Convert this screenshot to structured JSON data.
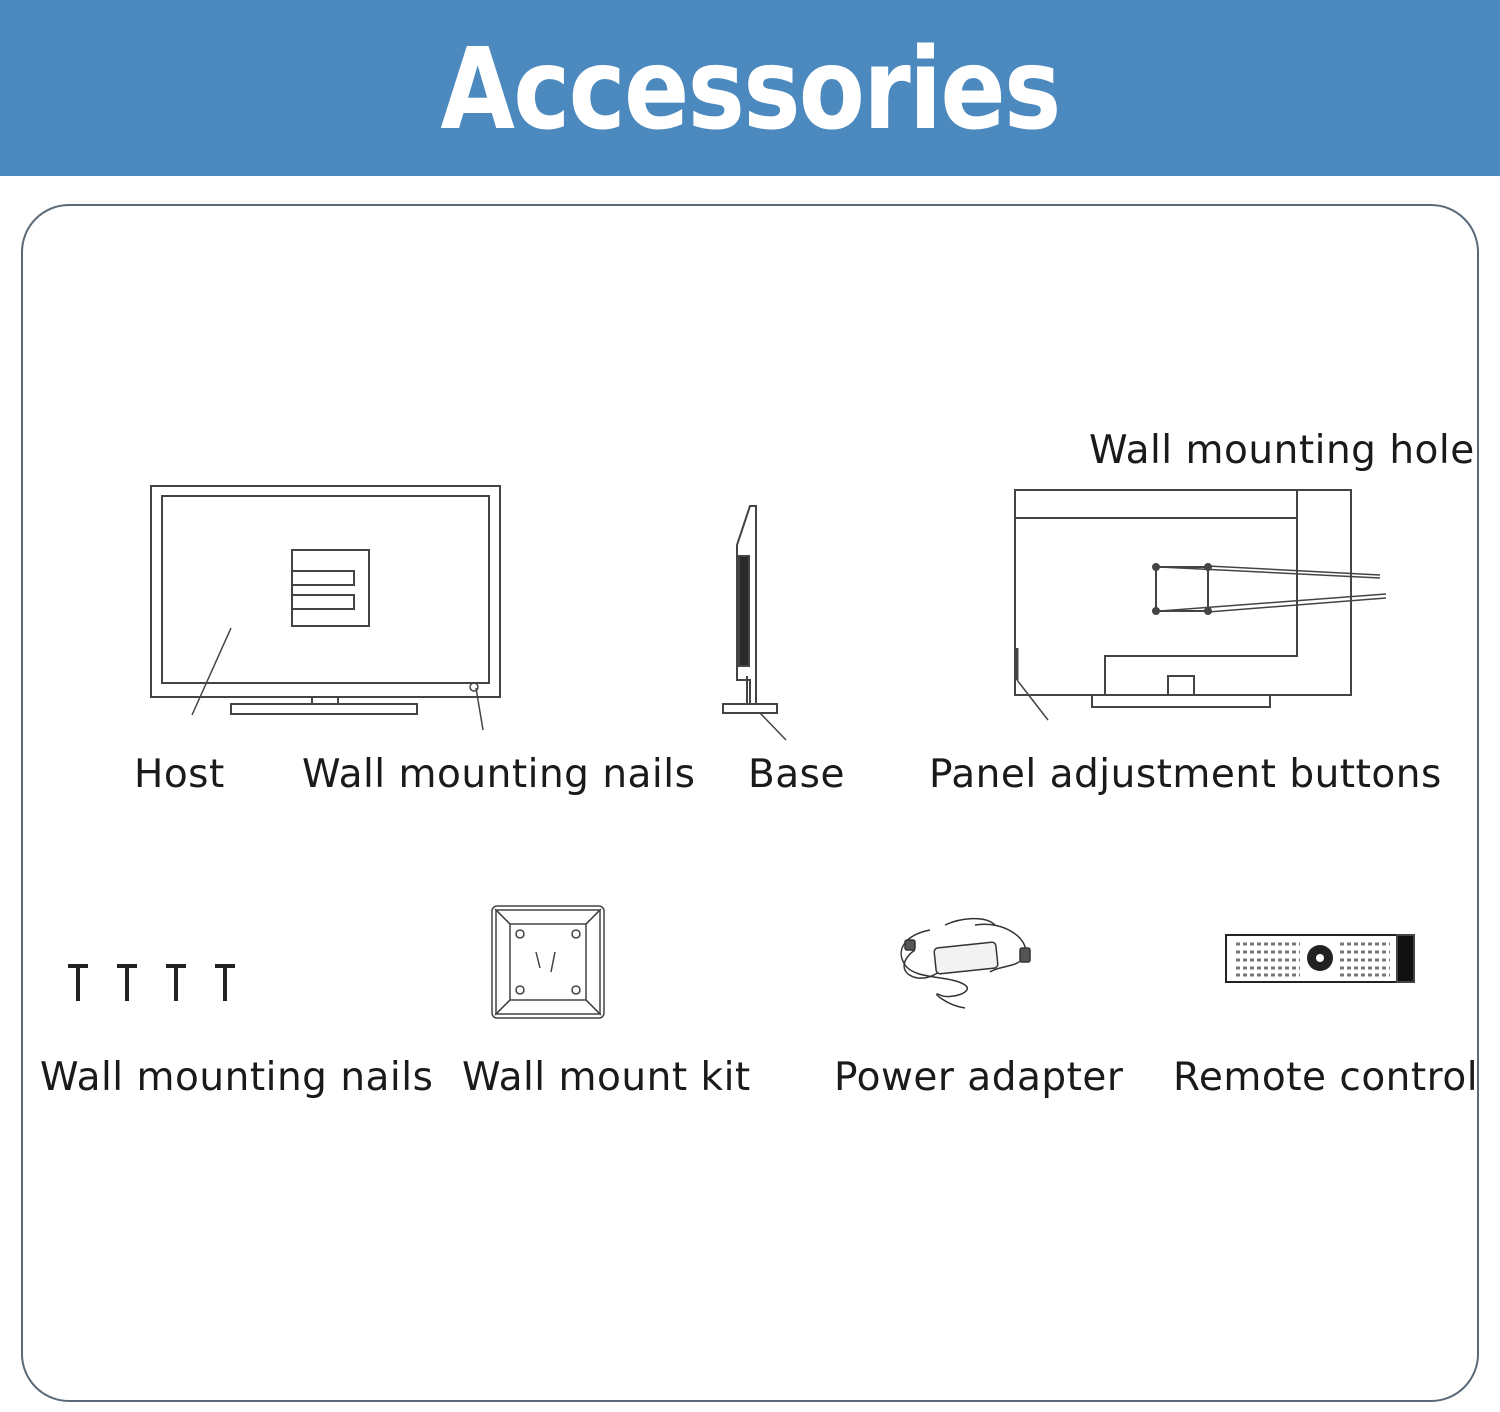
{
  "header": {
    "title": "Accessories",
    "background_color": "#4b89be",
    "text_color": "#ffffff"
  },
  "labels": {
    "host": "Host",
    "wall_mounting_nails_top": "Wall mounting nails",
    "base": "Base",
    "panel_adjustment_buttons": "Panel adjustment buttons",
    "wall_mounting_hole": "Wall mounting hole",
    "wall_mounting_nails_bottom": "Wall mounting nails",
    "wall_mount_kit": "Wall mount kit",
    "power_adapter": "Power adapter",
    "remote_control": "Remote control"
  }
}
